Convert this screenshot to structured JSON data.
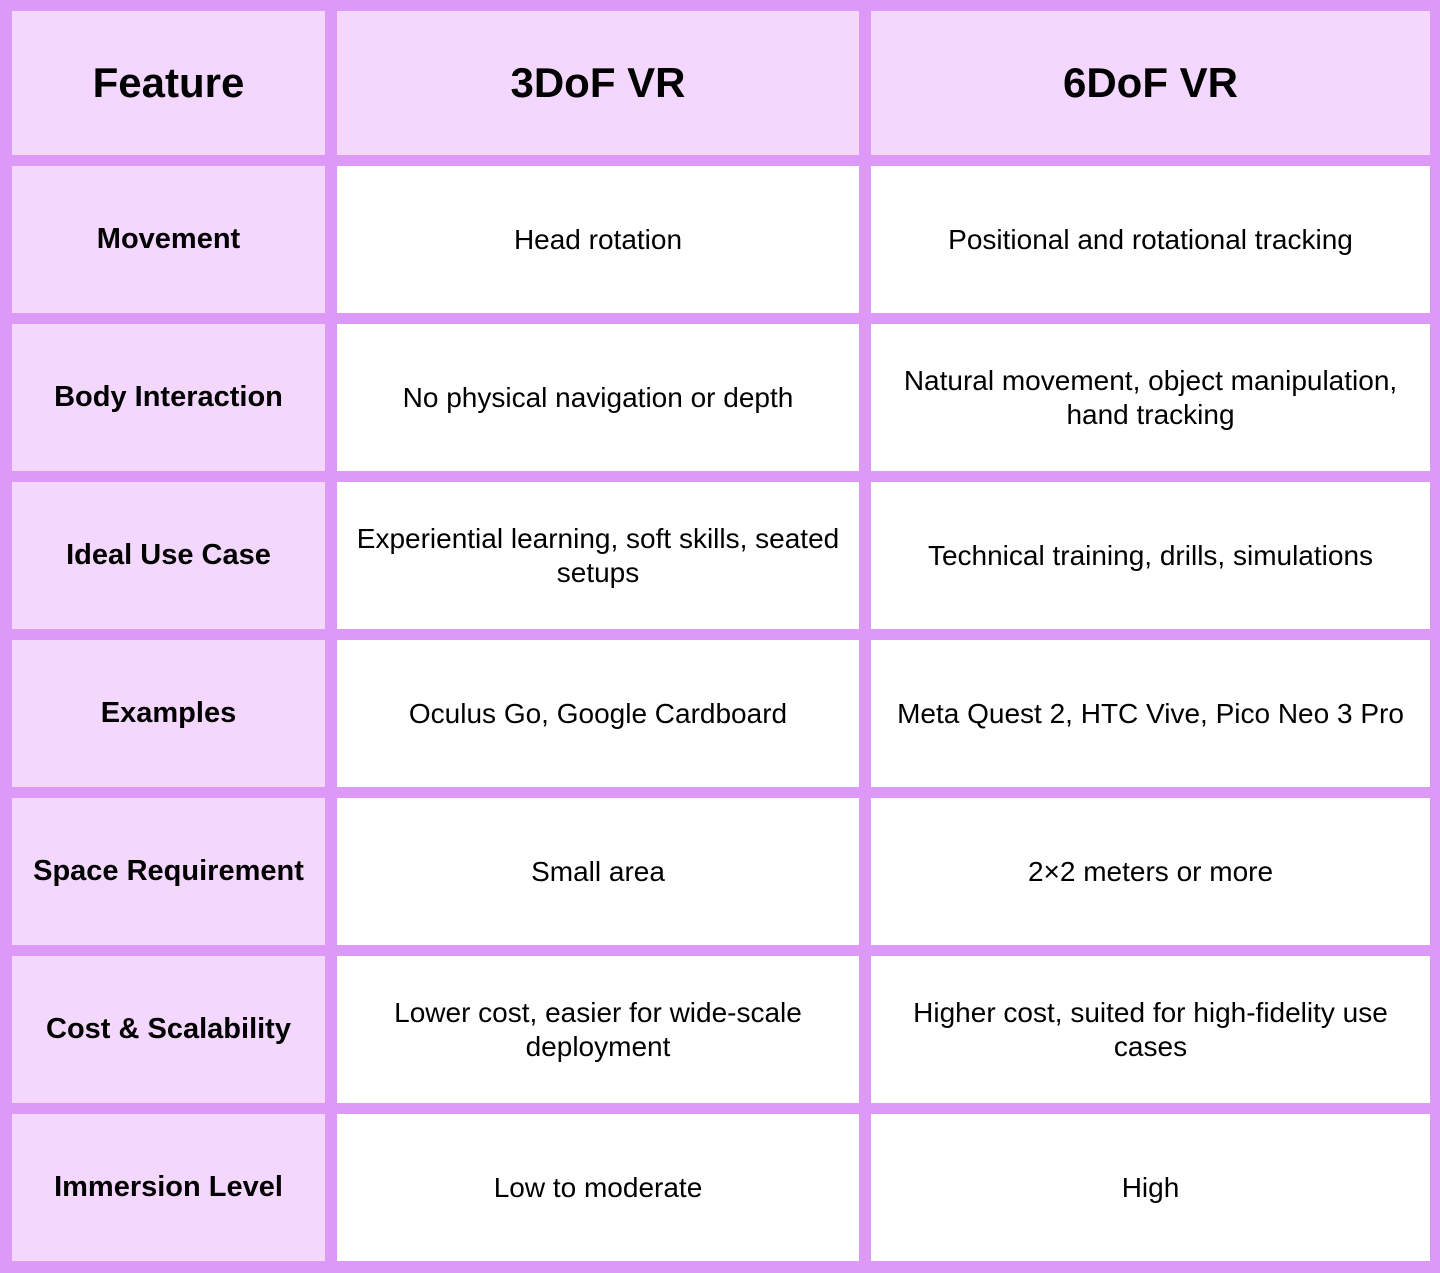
{
  "table": {
    "headers": [
      "Feature",
      "3DoF VR",
      "6DoF VR"
    ],
    "rows": [
      {
        "feature": "Movement",
        "dof3": "Head rotation",
        "dof6": "Positional and rotational tracking"
      },
      {
        "feature": "Body Interaction",
        "dof3": "No physical navigation or depth",
        "dof6": "Natural movement, object manipulation, hand tracking"
      },
      {
        "feature": "Ideal Use Case",
        "dof3": "Experiential learning, soft skills, seated setups",
        "dof6": "Technical training, drills, simulations"
      },
      {
        "feature": "Examples",
        "dof3": "Oculus Go, Google Cardboard",
        "dof6": "Meta Quest 2, HTC Vive, Pico Neo 3 Pro"
      },
      {
        "feature": "Space Requirement",
        "dof3": "Small area",
        "dof6": "2×2 meters or more"
      },
      {
        "feature": "Cost & Scalability",
        "dof3": "Lower cost, easier for wide-scale deployment",
        "dof6": "Higher cost, suited for high-fidelity use cases"
      },
      {
        "feature": "Immersion Level",
        "dof3": "Low to moderate",
        "dof6": "High"
      }
    ]
  },
  "colors": {
    "border": "#dd99f7",
    "header_bg": "#f4d7fd",
    "cell_bg": "#ffffff",
    "text": "#000000"
  }
}
